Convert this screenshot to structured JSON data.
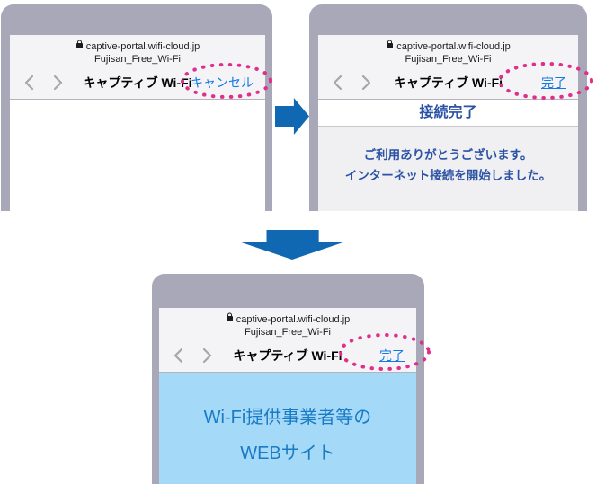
{
  "colors": {
    "link_blue": "#1677e6",
    "highlight_pink": "#e02e8c",
    "arrow_blue": "#1168b2",
    "navy_text": "#2b52a5",
    "webview_bg_blue": "#a5d9f8",
    "webview_text_blue": "#1a7bc5",
    "frame_gray": "#a8a8b8",
    "header_gray": "#f4f4f6",
    "message_bg_gray": "#f0f0f3"
  },
  "icons": {
    "lock": "lock-icon",
    "back": "chevron-left-icon",
    "forward": "chevron-right-icon",
    "arrow_right": "block-arrow-right-icon",
    "arrow_down": "block-arrow-down-icon",
    "highlight": "dotted-ellipse-highlight"
  },
  "phones": [
    {
      "url": "captive-portal.wifi-cloud.jp",
      "ssid": "Fujisan_Free_Wi-Fi",
      "nav_title": "キャプティブ Wi-Fi",
      "nav_action": "キャンセル"
    },
    {
      "url": "captive-portal.wifi-cloud.jp",
      "ssid": "Fujisan_Free_Wi-Fi",
      "nav_title": "キャプティブ Wi-Fi",
      "nav_action": "完了",
      "banner": "接続完了",
      "message_lines": [
        "ご利用ありがとうございます。",
        "インターネット接続を開始しました。"
      ]
    },
    {
      "url": "captive-portal.wifi-cloud.jp",
      "ssid": "Fujisan_Free_Wi-Fi",
      "nav_title": "キャプティブ Wi-Fi",
      "nav_action": "完了",
      "content_lines": [
        "Wi-Fi提供事業者等の",
        "WEBサイト"
      ]
    }
  ]
}
